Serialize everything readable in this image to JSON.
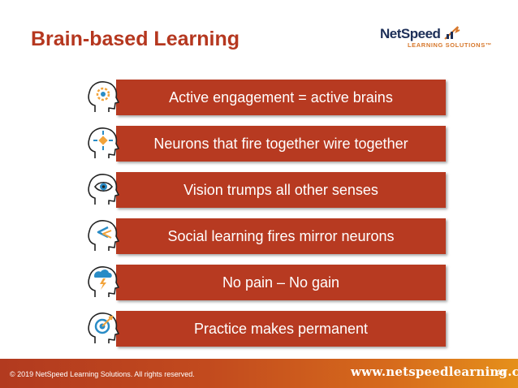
{
  "slide": {
    "title": "Brain-based Learning"
  },
  "logo": {
    "name": "NetSpeed",
    "tagline": "LEARNING SOLUTIONS™"
  },
  "items": [
    {
      "label": "Active engagement = active brains",
      "icon": "head-gear-icon"
    },
    {
      "label": "Neurons that fire together wire together",
      "icon": "head-focus-icon"
    },
    {
      "label": "Vision trumps all other senses",
      "icon": "head-eye-icon"
    },
    {
      "label": "Social learning fires mirror neurons",
      "icon": "head-arrows-icon"
    },
    {
      "label": "No pain – No gain",
      "icon": "head-storm-icon"
    },
    {
      "label": "Practice makes permanent",
      "icon": "head-target-icon"
    }
  ],
  "footer": {
    "copyright": "© 2019 NetSpeed Learning Solutions. All rights reserved.",
    "url": "www.netspeedlearning.com",
    "page_number": "44"
  },
  "colors": {
    "accent": "#b73a21",
    "title": "#b5371f",
    "logo_navy": "#1d2f58",
    "icon_orange": "#f2a33a",
    "icon_blue": "#2a8cc6"
  }
}
